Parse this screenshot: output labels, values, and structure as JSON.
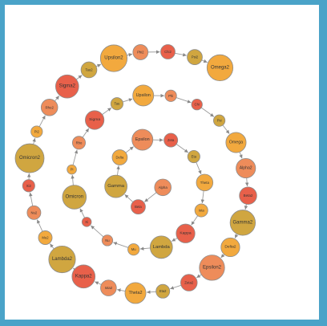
{
  "colors": {
    "red": "#e8604a",
    "orange": "#ee8c5a",
    "yellow": "#f2a93e",
    "gold": "#d0a640",
    "frame": "#4aa3c8"
  },
  "nodes": [
    {
      "label": "Alpha",
      "size": 1.15,
      "color": "orange"
    },
    {
      "label": "Beta",
      "size": 1.0,
      "color": "red"
    },
    {
      "label": "Gamma",
      "size": 1.55,
      "color": "gold"
    },
    {
      "label": "Delta",
      "size": 1.05,
      "color": "yellow"
    },
    {
      "label": "Epsilon",
      "size": 1.45,
      "color": "orange"
    },
    {
      "label": "Zeta",
      "size": 0.95,
      "color": "red"
    },
    {
      "label": "Eta",
      "size": 0.85,
      "color": "gold"
    },
    {
      "label": "Theta",
      "size": 1.15,
      "color": "yellow"
    },
    {
      "label": "Iota",
      "size": 0.9,
      "color": "yellow"
    },
    {
      "label": "Kappa",
      "size": 1.3,
      "color": "red"
    },
    {
      "label": "Lambda",
      "size": 1.55,
      "color": "gold"
    },
    {
      "label": "Mu",
      "size": 0.8,
      "color": "yellow"
    },
    {
      "label": "Nu",
      "size": 0.75,
      "color": "orange"
    },
    {
      "label": "Xi",
      "size": 0.65,
      "color": "red"
    },
    {
      "label": "Omicron",
      "size": 1.65,
      "color": "gold"
    },
    {
      "label": "Pi",
      "size": 0.65,
      "color": "yellow"
    },
    {
      "label": "Rho",
      "size": 0.9,
      "color": "orange"
    },
    {
      "label": "Sigma",
      "size": 1.3,
      "color": "red"
    },
    {
      "label": "Tau",
      "size": 0.85,
      "color": "gold"
    },
    {
      "label": "Upsilon",
      "size": 1.45,
      "color": "yellow"
    },
    {
      "label": "Phi",
      "size": 0.8,
      "color": "orange"
    },
    {
      "label": "Chi",
      "size": 0.75,
      "color": "red"
    },
    {
      "label": "Psi",
      "size": 0.8,
      "color": "gold"
    },
    {
      "label": "Omega",
      "size": 1.4,
      "color": "yellow"
    },
    {
      "label": "Alpha2",
      "size": 1.35,
      "color": "orange"
    },
    {
      "label": "Beta2",
      "size": 1.2,
      "color": "red"
    },
    {
      "label": "Gamma2",
      "size": 1.75,
      "color": "gold"
    },
    {
      "label": "Delta2",
      "size": 1.3,
      "color": "yellow"
    },
    {
      "label": "Epsilon2",
      "size": 1.75,
      "color": "orange"
    },
    {
      "label": "Zeta2",
      "size": 1.15,
      "color": "red"
    },
    {
      "label": "Eta2",
      "size": 0.95,
      "color": "gold"
    },
    {
      "label": "Theta2",
      "size": 1.45,
      "color": "yellow"
    },
    {
      "label": "Iota2",
      "size": 1.1,
      "color": "orange"
    },
    {
      "label": "Kappa2",
      "size": 1.6,
      "color": "red"
    },
    {
      "label": "Lambda2",
      "size": 1.85,
      "color": "gold"
    },
    {
      "label": "Mu2",
      "size": 0.95,
      "color": "yellow"
    },
    {
      "label": "Nu2",
      "size": 0.95,
      "color": "orange"
    },
    {
      "label": "Xi2",
      "size": 0.85,
      "color": "red"
    },
    {
      "label": "Omicron2",
      "size": 2.0,
      "color": "gold"
    },
    {
      "label": "Pi2",
      "size": 0.8,
      "color": "yellow"
    },
    {
      "label": "Rho2",
      "size": 1.15,
      "color": "orange"
    },
    {
      "label": "Sigma2",
      "size": 1.6,
      "color": "red"
    },
    {
      "label": "Tau2",
      "size": 1.1,
      "color": "gold"
    },
    {
      "label": "Upsilon2",
      "size": 1.85,
      "color": "yellow"
    },
    {
      "label": "Phi2",
      "size": 1.05,
      "color": "orange"
    },
    {
      "label": "Chi2",
      "size": 1.0,
      "color": "red"
    },
    {
      "label": "Psi2",
      "size": 1.05,
      "color": "gold"
    },
    {
      "label": "Omega2",
      "size": 1.8,
      "color": "yellow"
    }
  ]
}
